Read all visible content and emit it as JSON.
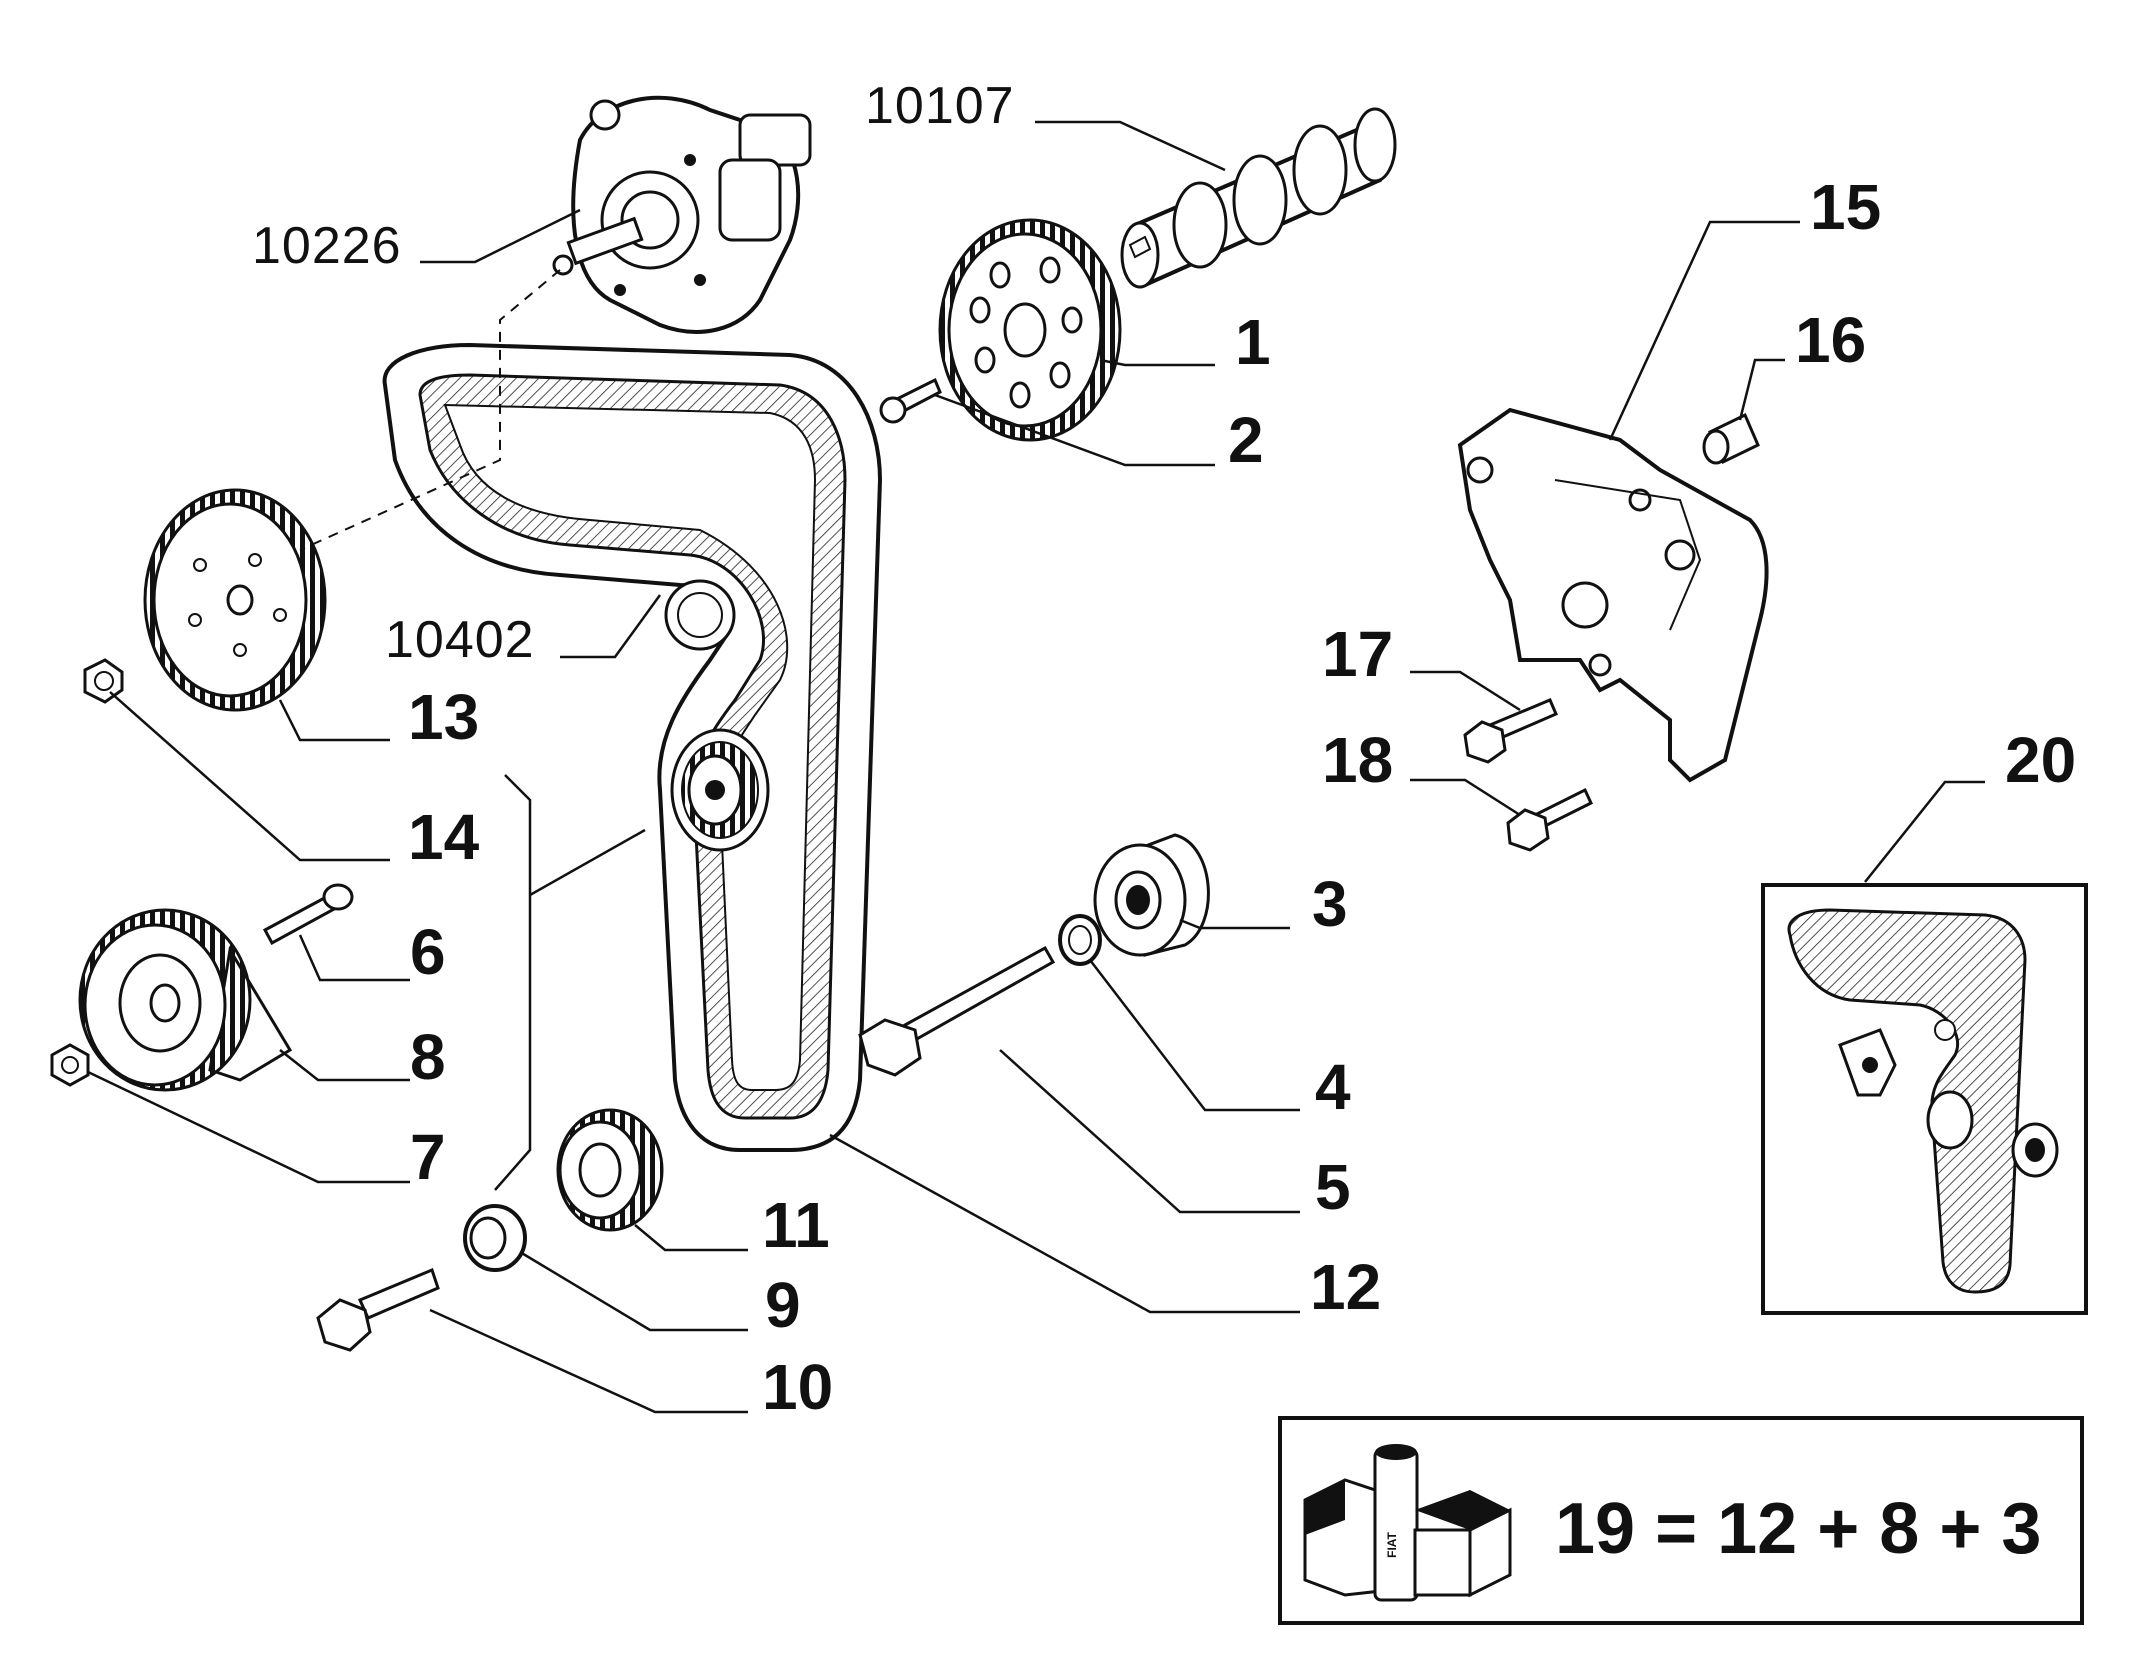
{
  "diagram": {
    "callouts": [
      {
        "id": "c10107",
        "text": "10107"
      },
      {
        "id": "c10226",
        "text": "10226"
      },
      {
        "id": "c10402",
        "text": "10402"
      },
      {
        "id": "c1",
        "text": "1"
      },
      {
        "id": "c2",
        "text": "2"
      },
      {
        "id": "c3",
        "text": "3"
      },
      {
        "id": "c4",
        "text": "4"
      },
      {
        "id": "c5",
        "text": "5"
      },
      {
        "id": "c6",
        "text": "6"
      },
      {
        "id": "c7",
        "text": "7"
      },
      {
        "id": "c8",
        "text": "8"
      },
      {
        "id": "c9",
        "text": "9"
      },
      {
        "id": "c10",
        "text": "10"
      },
      {
        "id": "c11",
        "text": "11"
      },
      {
        "id": "c12",
        "text": "12"
      },
      {
        "id": "c13",
        "text": "13"
      },
      {
        "id": "c14",
        "text": "14"
      },
      {
        "id": "c15",
        "text": "15"
      },
      {
        "id": "c16",
        "text": "16"
      },
      {
        "id": "c17",
        "text": "17"
      },
      {
        "id": "c18",
        "text": "18"
      },
      {
        "id": "c20",
        "text": "20"
      }
    ],
    "kit": {
      "formula": "19 = 12 + 8 + 3",
      "logo_text": "FIAT"
    }
  }
}
